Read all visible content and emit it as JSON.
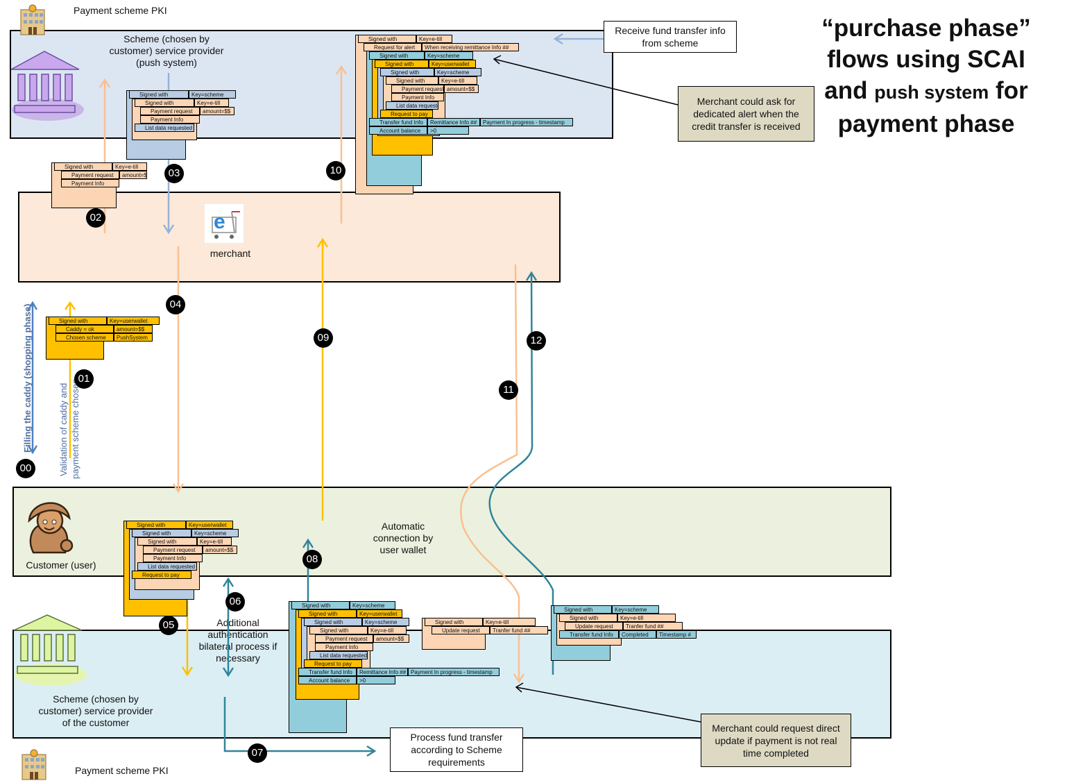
{
  "title": {
    "line1": "“purchase phase”",
    "line2": "flows using SCAI",
    "line3_a": "and ",
    "line3_b": "push system",
    "line3_c": " for",
    "line4": "payment phase"
  },
  "pki": {
    "top_label": "Payment scheme PKI",
    "bottom_label": "Payment scheme PKI"
  },
  "zones": {
    "scheme_top": "Scheme (chosen by customer) service provider (push system)",
    "merchant": "merchant",
    "customer": "Customer (user)",
    "customer_note": "Automatic connection by user wallet",
    "scheme_bottom": "Scheme (chosen by customer) service provider of the customer"
  },
  "notes": {
    "receive_fund": "Receive fund transfer info from scheme",
    "dedicated_alert": "Merchant could ask for dedicated alert when the credit transfer is received",
    "process_fund": "Process fund transfer according to Scheme requirements",
    "direct_update": "Merchant could request direct update if payment is not real time completed",
    "additional_auth": "Additional authentication bilateral process if necessary"
  },
  "side_labels": {
    "shopping": "Filling the caddy (shopping phase)",
    "validation_1": "Validation of caddy and",
    "validation_2": "payment scheme chosen"
  },
  "steps": [
    "00",
    "01",
    "02",
    "03",
    "04",
    "05",
    "06",
    "07",
    "08",
    "09",
    "10",
    "11",
    "12"
  ],
  "colors": {
    "peach": "#fcd5b4",
    "blue": "#b8cce4",
    "yellow": "#ffc000",
    "teal": "#92cddc",
    "arrow_peach": "#fac090",
    "arrow_blue": "#95b3d7",
    "arrow_yellow": "#ffc000",
    "arrow_teal": "#31849b",
    "arrow_shopping": "#4f81bd"
  },
  "blocks": {
    "b01": [
      {
        "k": "Signed  with",
        "v": "Key=userwallet"
      },
      {
        "k": "Caddy   = ok",
        "v": "amount=$$"
      },
      {
        "k": "Chosen  scheme",
        "v": "PushSystem"
      }
    ],
    "b02": [
      {
        "k": "Signed  with",
        "v": "Key=e-till"
      },
      {
        "k": "Payment  request",
        "v": "amount=$$"
      },
      {
        "k": "Payment  Info",
        "v": ""
      }
    ],
    "b03": [
      {
        "k": "Signed  with",
        "v": "Key=scheme"
      },
      {
        "k": "Signed  with",
        "v": "Key=e-till"
      },
      {
        "k": "Payment  request",
        "v": "amount=$$"
      },
      {
        "k": "Payment  Info",
        "v": ""
      },
      {
        "k": "List data  requested",
        "v": ""
      }
    ],
    "b05": [
      {
        "k": "Signed  with",
        "v": "Key=userwallet"
      },
      {
        "k": "Signed  with",
        "v": "Key=scheme"
      },
      {
        "k": "Signed  with",
        "v": "Key=e-till"
      },
      {
        "k": "Payment  request",
        "v": "amount=$$"
      },
      {
        "k": "Payment  Info",
        "v": ""
      },
      {
        "k": "List data  requested",
        "v": ""
      },
      {
        "k": "Request  to pay",
        "v": ""
      }
    ],
    "b07": [
      {
        "k": "Signed  with",
        "v": "Key=scheme"
      },
      {
        "k": "Signed  with",
        "v": "Key=userwallet"
      },
      {
        "k": "Signed  with",
        "v": "Key=scheme"
      },
      {
        "k": "Signed  with",
        "v": "Key=e-till"
      },
      {
        "k": "Payment  request",
        "v": "amount=$$"
      },
      {
        "k": "Payment  Info",
        "v": ""
      },
      {
        "k": "List data  requested",
        "v": ""
      },
      {
        "k": "Request  to pay",
        "v": ""
      },
      {
        "k": "Transfer  fund  Info",
        "v": "Remittance  Info ##",
        "v2": "Payment   In progress  -  timestamp"
      },
      {
        "k": "Account  balance",
        "v": ">0"
      }
    ],
    "b10": [
      {
        "k": "Signed  with",
        "v": "Key=e-till"
      },
      {
        "k": "Request  for alert",
        "v": "When  receiving  remittance  Info ##"
      },
      {
        "k": "Signed  with",
        "v": "Key=scheme"
      },
      {
        "k": "Signed  with",
        "v": "Key=userwallet"
      },
      {
        "k": "Signed  with",
        "v": "Key=scheme"
      },
      {
        "k": "Signed  with",
        "v": "Key=e-till"
      },
      {
        "k": "Payment  request",
        "v": "amount=$$"
      },
      {
        "k": "Payment  Info",
        "v": ""
      },
      {
        "k": "List data  requested",
        "v": ""
      },
      {
        "k": "Request  to pay",
        "v": ""
      },
      {
        "k": "Transfer  fund  Info",
        "v": "Remittance  Info ##",
        "v2": "Payment   In progress  -  timestamp"
      },
      {
        "k": "Account  balance",
        "v": ">0"
      }
    ],
    "b11": [
      {
        "k": "Signed  with",
        "v": "Key=e-till"
      },
      {
        "k": "Update  request",
        "v": "Tranfer  fund  ##"
      }
    ],
    "b12": [
      {
        "k": "Signed  with",
        "v": "Key=scheme"
      },
      {
        "k": "Signed  with",
        "v": "Key=e-till"
      },
      {
        "k": "Update  request",
        "v": "Tranfer  fund  ##"
      },
      {
        "k": "Transfer  fund  Info",
        "v": "Completed",
        "v2": "Timestamp   #"
      }
    ]
  }
}
